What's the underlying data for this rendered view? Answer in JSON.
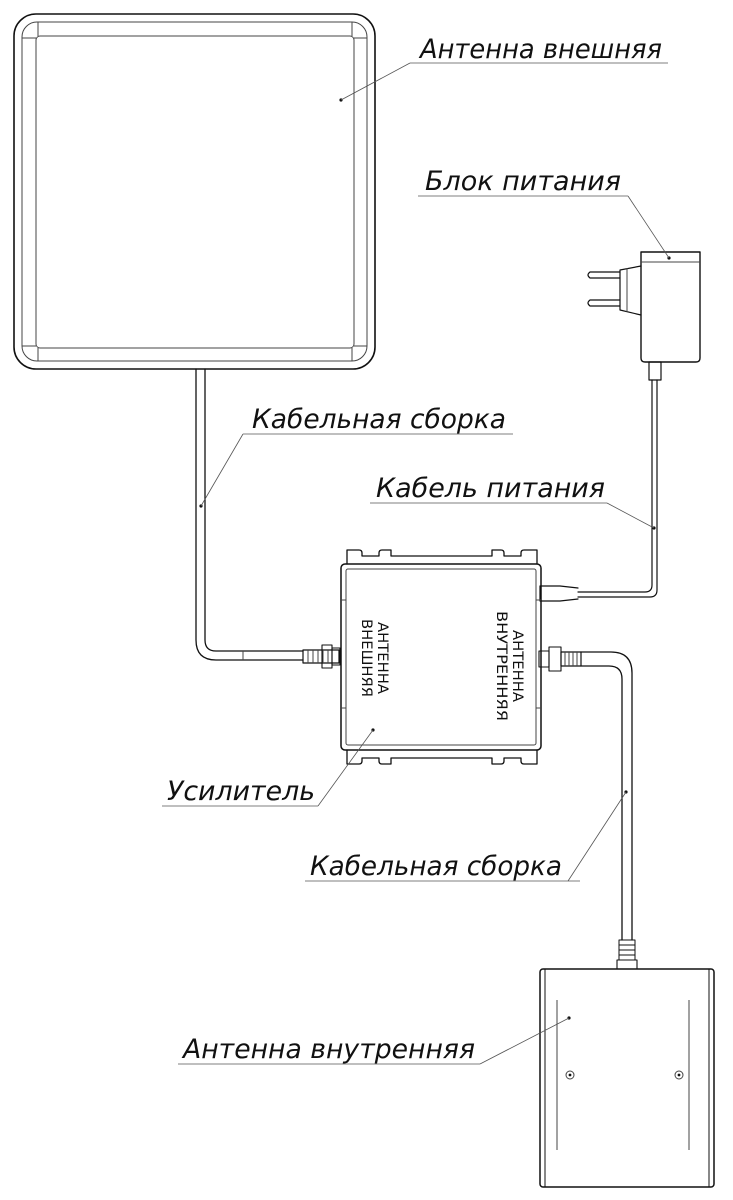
{
  "labels": {
    "antenna_external": "Антенна внешняя",
    "power_unit": "Блок питания",
    "cable_assembly_top": "Кабельная сборка",
    "power_cable": "Кабель питания",
    "amplifier": "Усилитель",
    "cable_assembly_bottom": "Кабельная сборка",
    "antenna_internal": "Антенна внутренняя"
  },
  "amplifier_ports": {
    "external_line1": "ВНЕШНЯЯ",
    "external_line2": "АНТЕННА",
    "internal_line1": "ВНУТРЕННЯЯ",
    "internal_line2": "АНТЕННА"
  },
  "colors": {
    "line": "#111111",
    "background": "#ffffff"
  }
}
